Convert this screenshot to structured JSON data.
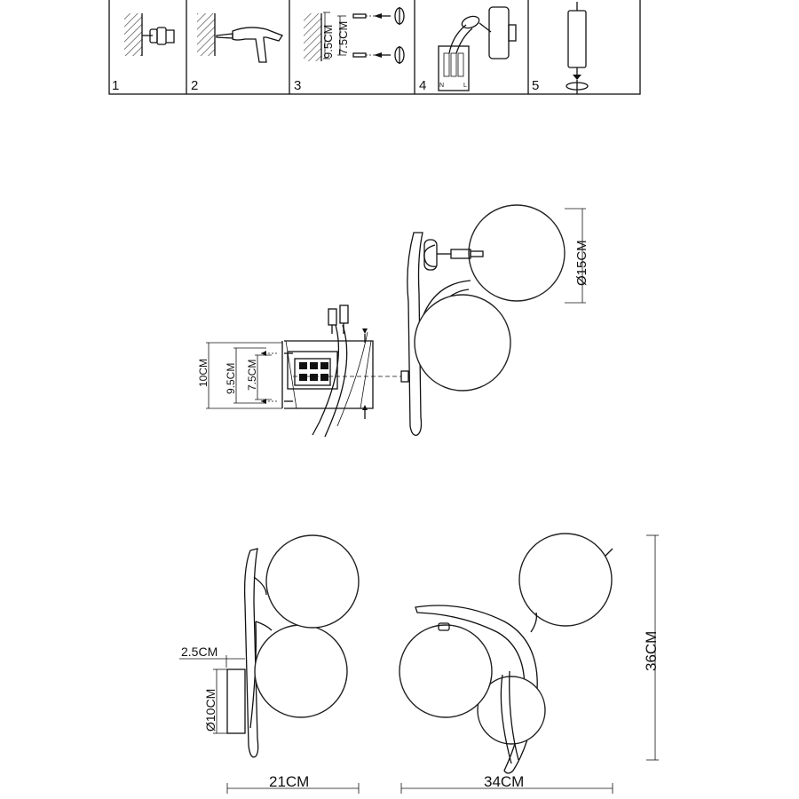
{
  "steps": [
    {
      "number": "1"
    },
    {
      "number": "2"
    },
    {
      "number": "3",
      "dim_outer": "9.5CM",
      "dim_inner": "7.5CM"
    },
    {
      "number": "4",
      "terminal_labels": [
        "N",
        "L"
      ]
    },
    {
      "number": "5"
    }
  ],
  "mount_detail": {
    "height": "10CM",
    "hole_outer": "9.5CM",
    "hole_inner": "7.5CM",
    "globe_diameter": "Ø15CM"
  },
  "dimensions": {
    "base_depth": "2.5CM",
    "base_diameter": "Ø10CM",
    "side_width": "21CM",
    "front_width": "34CM",
    "height": "36CM"
  }
}
